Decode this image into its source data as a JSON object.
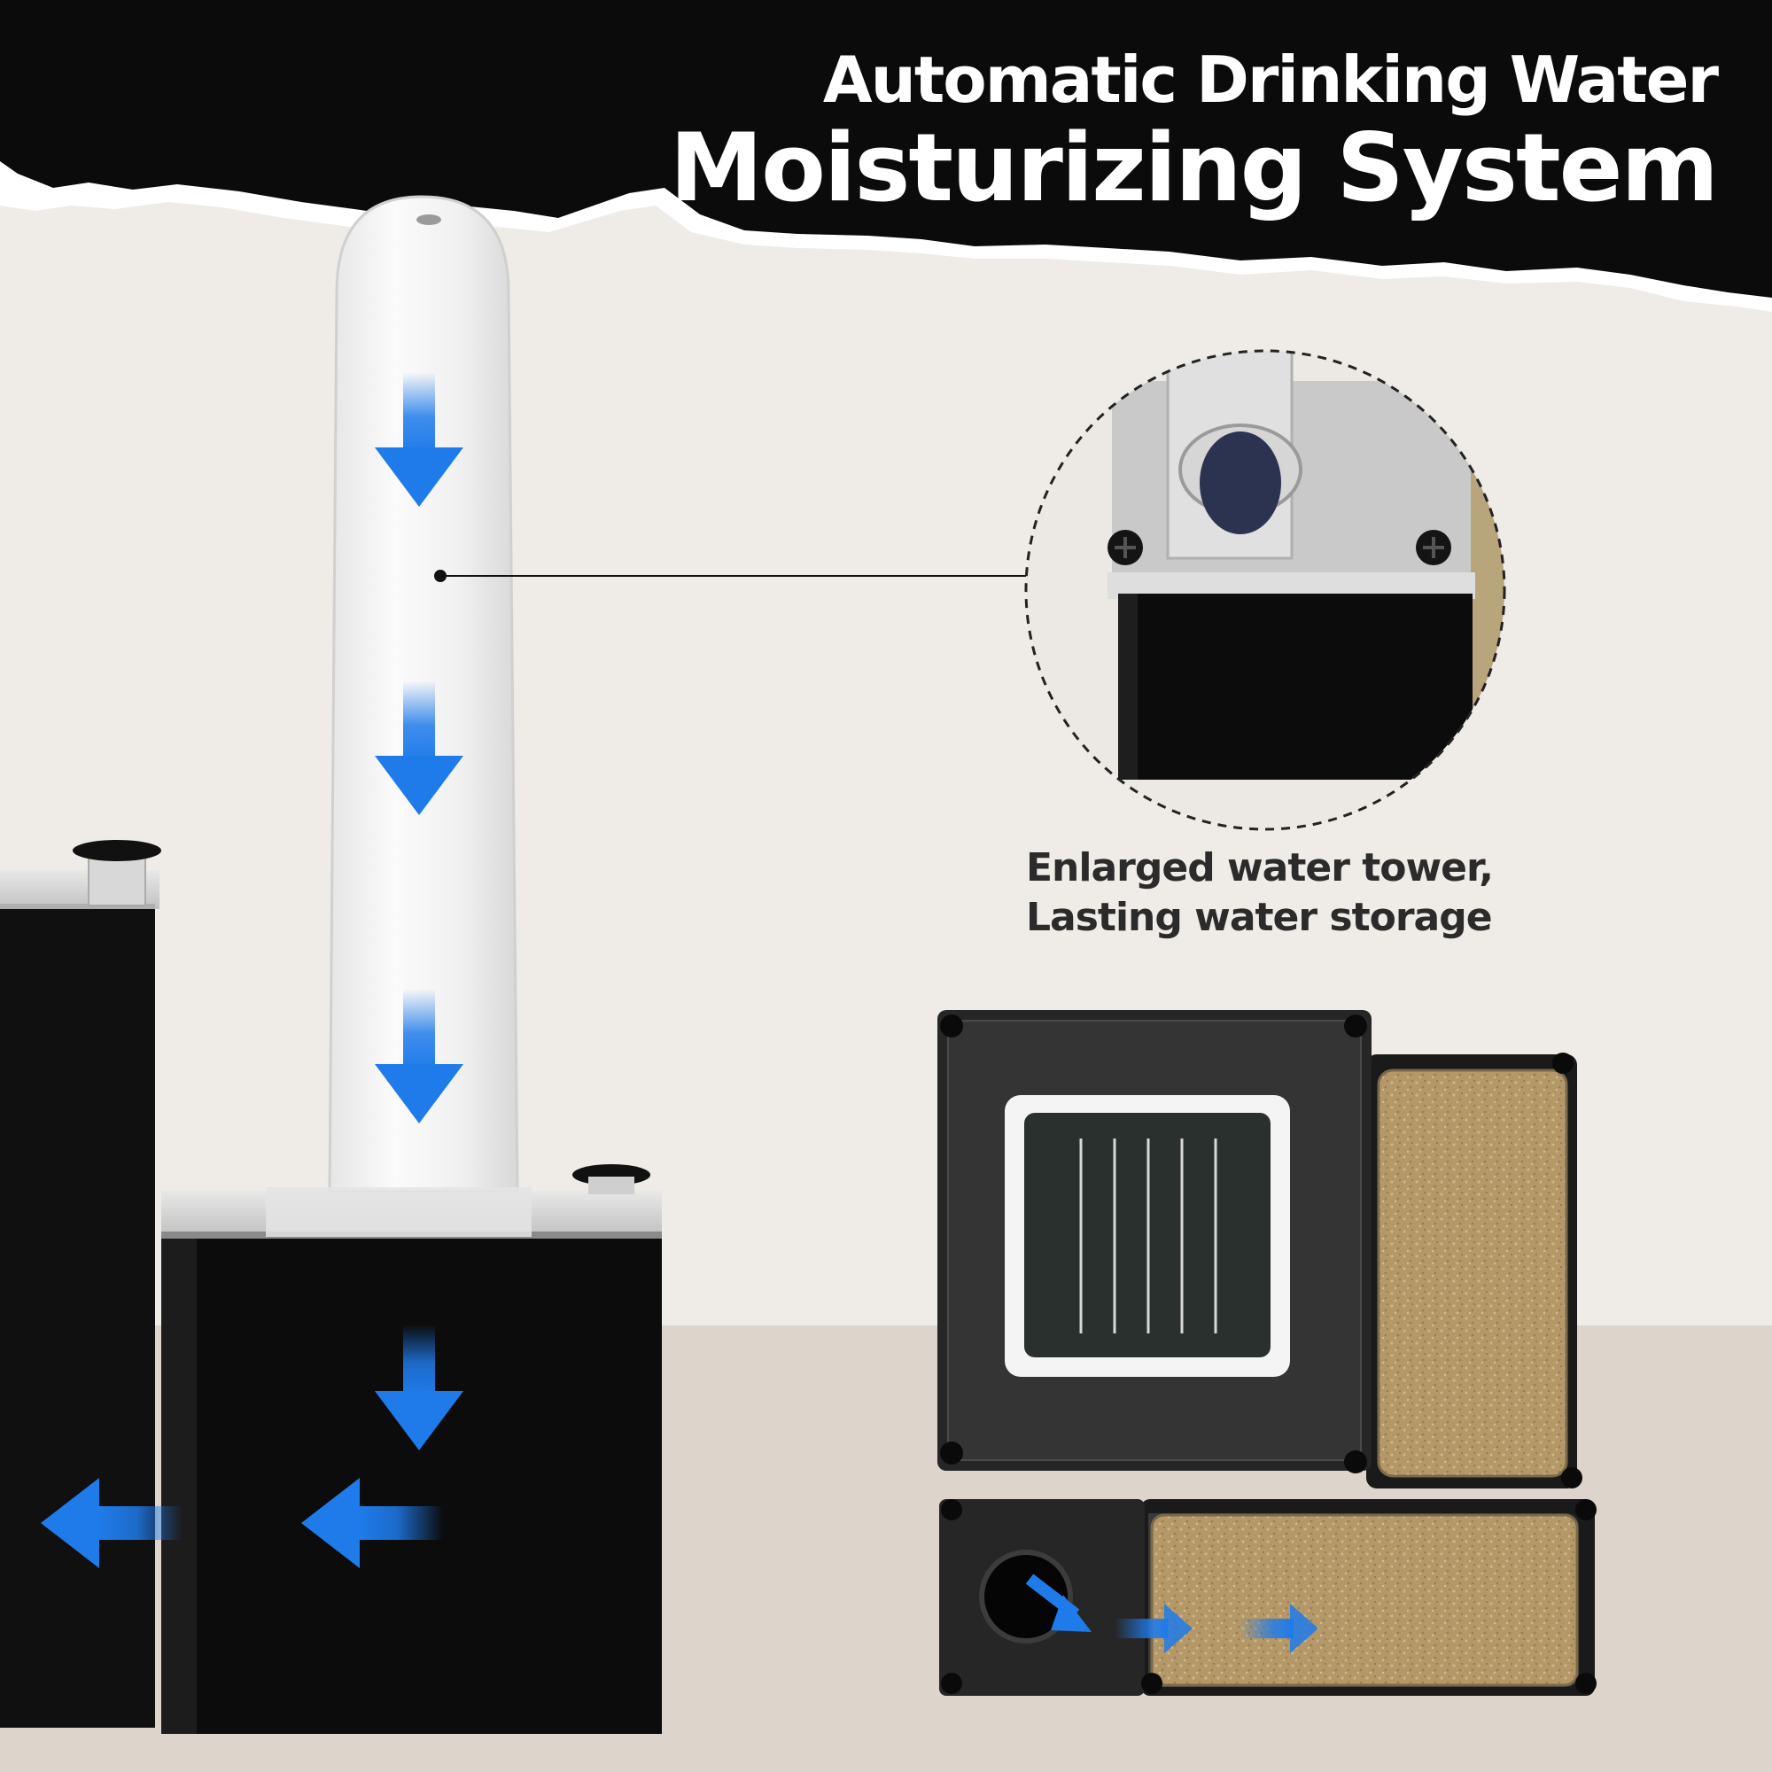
{
  "header": {
    "title_line1": "Automatic Drinking Water",
    "title_line2": "Moisturizing System"
  },
  "callout": {
    "caption_line1": "Enlarged water tower,",
    "caption_line2": "Lasting water storage"
  },
  "colors": {
    "banner": "#0b0b0b",
    "background": "#efebe7",
    "floor": "#ddd4cb",
    "arrow": "#1f7bea",
    "device_body": "#0c0c0c",
    "sponge": "#b49868"
  }
}
